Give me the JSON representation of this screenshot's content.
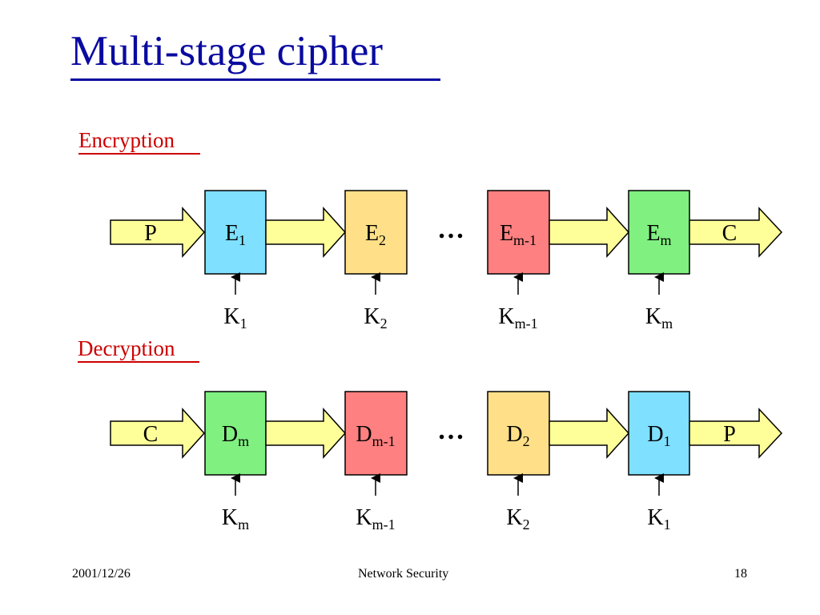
{
  "title": "Multi-stage cipher",
  "encryption": {
    "label": "Encryption",
    "input": "P",
    "output": "C",
    "stages": [
      {
        "base": "E",
        "sub": "1",
        "color": "#7fe0ff"
      },
      {
        "base": "E",
        "sub": "2",
        "color": "#ffe088"
      },
      {
        "base": "E",
        "sub": "m-1",
        "color": "#ff8080"
      },
      {
        "base": "E",
        "sub": "m",
        "color": "#80f080"
      }
    ],
    "keys": [
      {
        "base": "K",
        "sub": "1"
      },
      {
        "base": "K",
        "sub": "2"
      },
      {
        "base": "K",
        "sub": "m-1"
      },
      {
        "base": "K",
        "sub": "m"
      }
    ]
  },
  "decryption": {
    "label": "Decryption",
    "input": "C",
    "output": "P",
    "stages": [
      {
        "base": "D",
        "sub": "m",
        "color": "#80f080"
      },
      {
        "base": "D",
        "sub": "m-1",
        "color": "#ff8080"
      },
      {
        "base": "D",
        "sub": "2",
        "color": "#ffe088"
      },
      {
        "base": "D",
        "sub": "1",
        "color": "#7fe0ff"
      }
    ],
    "keys": [
      {
        "base": "K",
        "sub": "m"
      },
      {
        "base": "K",
        "sub": "m-1"
      },
      {
        "base": "K",
        "sub": "2"
      },
      {
        "base": "K",
        "sub": "1"
      }
    ]
  },
  "ellipsis": "…",
  "arrow_color": "#ffff99",
  "footer": {
    "date": "2001/12/26",
    "course": "Network Security",
    "page": "18"
  }
}
